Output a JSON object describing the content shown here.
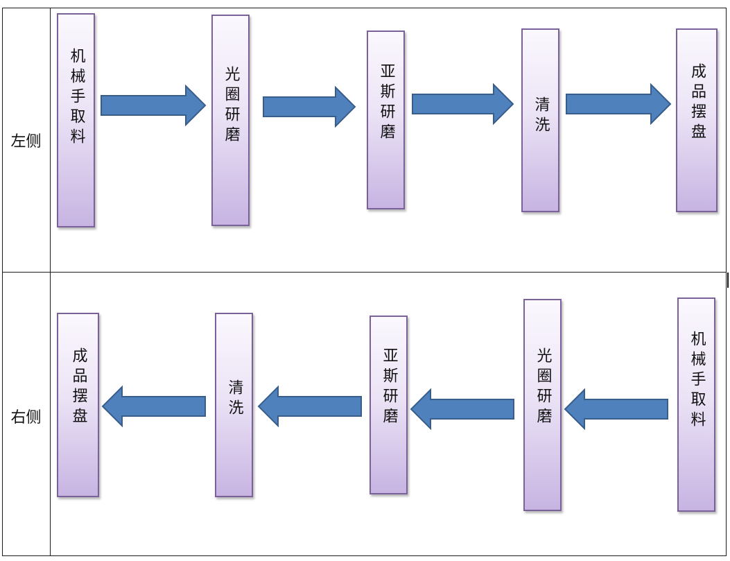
{
  "rows": [
    {
      "label": "左侧",
      "direction": "right",
      "steps": [
        "机械手取料",
        "光圈研磨",
        "亚斯研磨",
        "清洗",
        "成品摆盘"
      ]
    },
    {
      "label": "右侧",
      "direction": "left",
      "steps": [
        "成品摆盘",
        "清洗",
        "亚斯研磨",
        "光圈研磨",
        "机械手取料"
      ]
    }
  ],
  "colors": {
    "box_border": "#7b6199",
    "box_fill_top": "#fbf8fe",
    "box_fill_bottom": "#c7b4e2",
    "arrow_fill": "#4f81bd",
    "arrow_stroke": "#385d8a",
    "grid_line": "#1a1a1a"
  }
}
